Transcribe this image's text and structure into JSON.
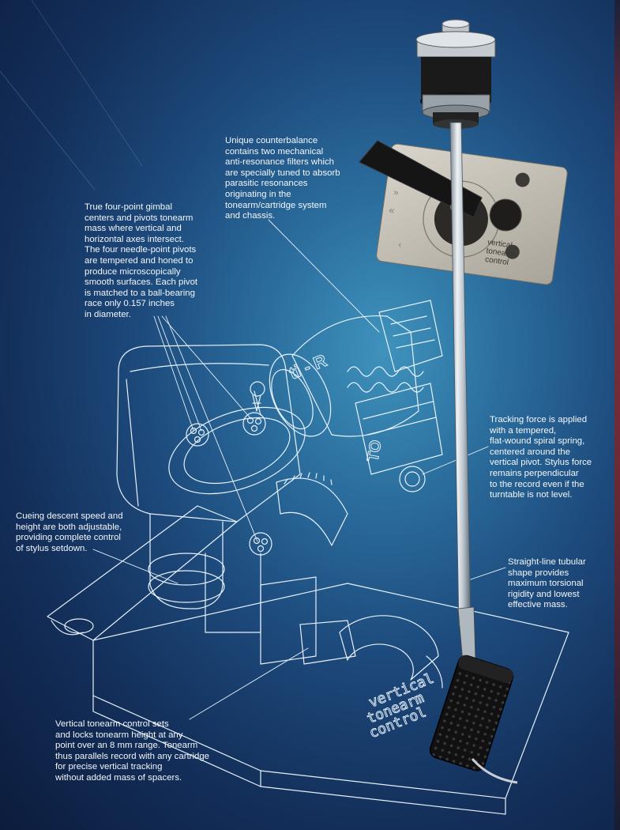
{
  "captions": {
    "counterbalance": "Unique counterbalance\ncontains two mechanical\nanti-resonance filters which\nare specially tuned to absorb\nparasitic resonances\noriginating in the\ntonearm/cartridge system\nand chassis.",
    "gimbal": "True four-point gimbal\ncenters and pivots tonearm\nmass where vertical and\nhorizontal axes intersect.\nThe four needle-point pivots\nare tempered and honed to\nproduce microscopically\nsmooth surfaces. Each pivot\nis matched to a ball-bearing\nrace only 0.157 inches\nin diameter.",
    "tracking_force": "Tracking force is applied\nwith a tempered,\nflat-wound spiral spring,\ncentered around the\nvertical pivot. Stylus force\nremains perpendicular\nto the record even if the\nturntable is not level.",
    "cueing": "Cueing descent speed and\nheight are both adjustable,\nproviding complete control\nof stylus setdown.",
    "straight_line": "Straight-line tubular\nshape provides\nmaximum torsional\nrigidity and lowest\neffective mass.",
    "vertical_control": "Vertical tonearm control sets\nand locks tonearm height at any\npoint over an 8 mm range. Tonearm\nthus parallels record with any cartridge\nfor precise vertical tracking\nwithout added mass of spacers."
  },
  "illustration": {
    "plate_label_lines": [
      "vertical",
      "tonearm",
      "control"
    ],
    "inset_label_lines": [
      "vertical",
      "tonearm",
      "control"
    ],
    "model_lettering": "ti - R",
    "model_lettering_2": "TO",
    "inset_dial_marks": [
      "«",
      "»",
      "‹"
    ]
  },
  "colors": {
    "background_center": "#3f93bd",
    "background_edge": "#0c1c3c",
    "line_art": "#e6f1fb",
    "caption_text": "#f3f6fa"
  }
}
